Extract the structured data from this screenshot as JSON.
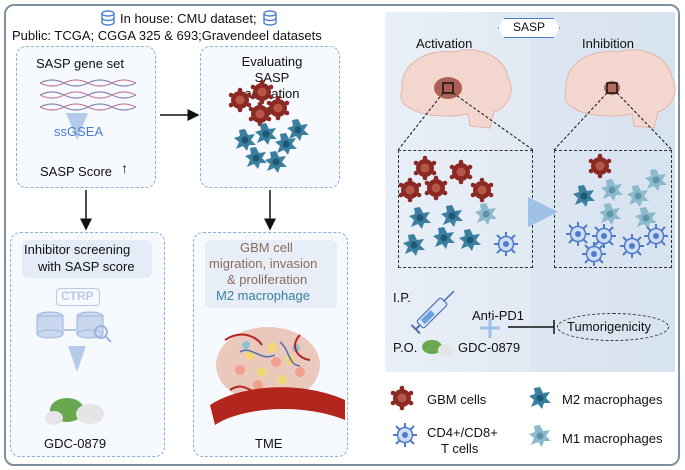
{
  "header": {
    "line1": "In house: CMU dataset;",
    "line2": "Public: TCGA; CGGA 325 & 693;Gravendeel datasets"
  },
  "boxes": {
    "gene_set": "SASP gene set",
    "ssgsea": "ssGSEA",
    "sasp_score": "SASP Score",
    "evaluating": "Evaluating\nSASP activation",
    "inhibitor_line1": "Inhibitor screening",
    "inhibitor_line2": "with SASP score",
    "ctrp": "CTRP",
    "gdc_left": "GDC-0879",
    "gbm_line1": "GBM cell",
    "gbm_line2": "migration, invasion",
    "gbm_line3": "& proliferation",
    "m2_line": "M2 macrophage",
    "tme": "TME"
  },
  "right": {
    "sasp_tag": "SASP",
    "activation": "Activation",
    "inhibition": "Inhibition",
    "ip": "I.P.",
    "po": "P.O.",
    "anti_pd1": "Anti-PD1",
    "gdc": "GDC-0879",
    "tumorigenicity": "Tumorigenicity"
  },
  "legend": {
    "gbm": "GBM cells",
    "m2": "M2 macrophages",
    "tcell_line1": "CD4+/CD8+",
    "tcell_line2": "T cells",
    "m1": "M1 macrophages"
  },
  "colors": {
    "gbm": "#8b2a22",
    "m2": "#3a7fa0",
    "m1": "#8cb9cc",
    "tcell": "#4f7cc9",
    "accent_blue": "#4a7fd0",
    "brown_text": "#8a6a5c",
    "gdc_green": "#6aa84f"
  }
}
